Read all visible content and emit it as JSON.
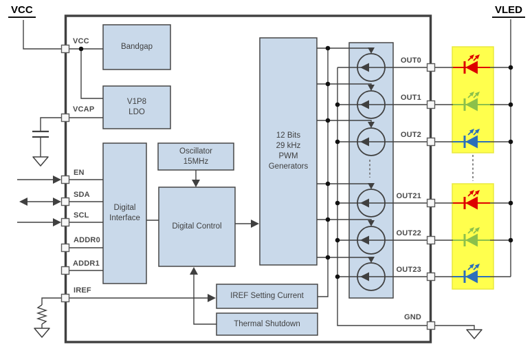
{
  "external": {
    "vcc": "VCC",
    "vled": "VLED"
  },
  "pins": {
    "left": [
      {
        "label": "VCC"
      },
      {
        "label": "VCAP"
      },
      {
        "label": "EN"
      },
      {
        "label": "SDA"
      },
      {
        "label": "SCL"
      },
      {
        "label": "ADDR0"
      },
      {
        "label": "ADDR1"
      },
      {
        "label": "IREF"
      }
    ],
    "right": [
      {
        "label": "OUT0"
      },
      {
        "label": "OUT1"
      },
      {
        "label": "OUT2"
      },
      {
        "label": "OUT21"
      },
      {
        "label": "OUT22"
      },
      {
        "label": "OUT23"
      },
      {
        "label": "GND"
      }
    ]
  },
  "blocks": {
    "bandgap": {
      "label": "Bandgap"
    },
    "ldo": {
      "lines": [
        "V1P8",
        "LDO"
      ]
    },
    "digital_interface": {
      "lines": [
        "Digital",
        "Interface"
      ]
    },
    "oscillator": {
      "lines": [
        "Oscillator",
        "15MHz"
      ]
    },
    "digital_control": {
      "label": "Digital Control"
    },
    "pwm": {
      "lines": [
        "12 Bits",
        "29 kHz",
        "PWM",
        "Generators"
      ]
    },
    "iref_setting": {
      "label": "IREF Setting Current"
    },
    "thermal": {
      "label": "Thermal Shutdown"
    }
  },
  "leds": [
    {
      "pin": "OUT0",
      "color_name": "red"
    },
    {
      "pin": "OUT1",
      "color_name": "green"
    },
    {
      "pin": "OUT2",
      "color_name": "blue"
    },
    {
      "pin": "OUT21",
      "color_name": "red"
    },
    {
      "pin": "OUT22",
      "color_name": "green"
    },
    {
      "pin": "OUT23",
      "color_name": "blue"
    }
  ],
  "colors": {
    "block_fill": "#c9d9ea",
    "block_border": "#474747",
    "wire": "#404040",
    "led_red": "#dd0000",
    "led_green": "#8cc04b",
    "led_blue": "#2b6fba",
    "highlight_yellow": "#ffff4d"
  }
}
